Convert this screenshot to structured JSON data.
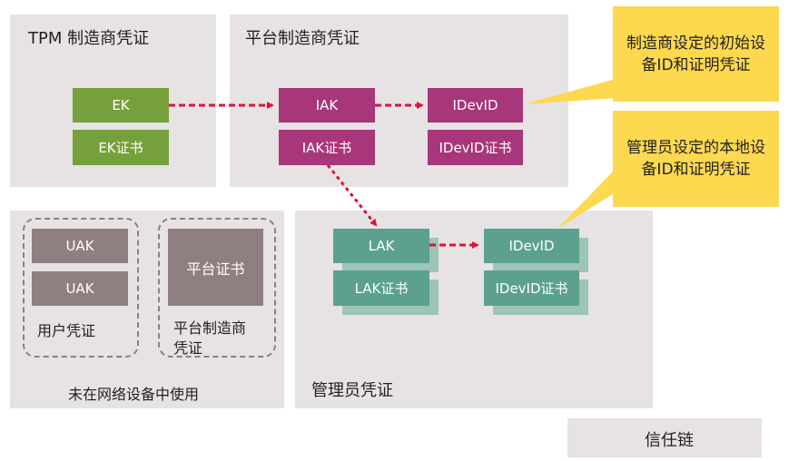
{
  "panels": {
    "tpm": {
      "title": "TPM 制造商凭证",
      "ek": "EK",
      "ek_cert": "EK证书"
    },
    "platform": {
      "title": "平台制造商凭证",
      "iak": "IAK",
      "iak_cert": "IAK证书",
      "idevid": "IDevID",
      "idevid_cert": "IDevID证书"
    },
    "unused": {
      "caption": "未在网络设备中使用",
      "user_group": {
        "items": [
          "UAK",
          "UAK"
        ],
        "label": "用户凭证"
      },
      "platform_group": {
        "item": "平台证书",
        "label": "平台制造商凭证"
      }
    },
    "admin": {
      "title": "管理员凭证",
      "lak": "LAK",
      "lak_cert": "LAK证书",
      "ldevid": "IDevID",
      "ldevid_cert": "IDevID证书"
    }
  },
  "callouts": {
    "manufacturer": "制造商设定的初始设备ID和证明凭证",
    "admin": "管理员设定的本地设备ID和证明凭证"
  },
  "legend": {
    "label": "信任链"
  },
  "colors": {
    "tpm": "#76a03c",
    "platform": "#a8367a",
    "admin": "#5ca18f",
    "unused": "#8f7f80",
    "callout": "#fcd94e",
    "trust_chain": "#e0103a"
  }
}
